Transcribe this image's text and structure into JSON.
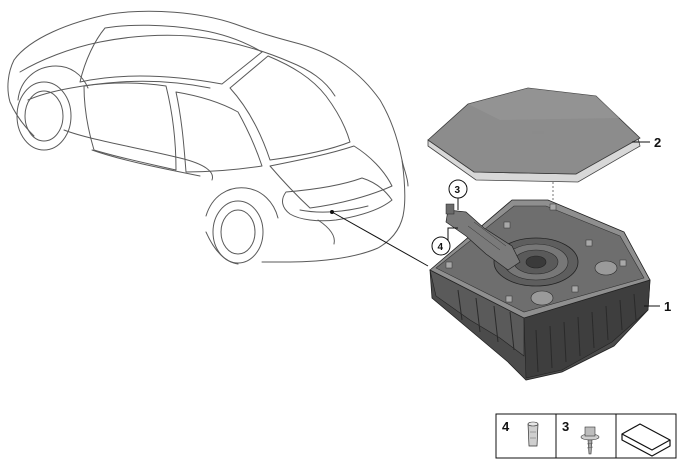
{
  "callouts": {
    "trunk_box": "1",
    "cover": "2",
    "screw": "3",
    "clip_nut": "4"
  },
  "legend": {
    "clip_nut_number": "4",
    "screw_number": "3"
  },
  "cover_marking": "||||||||||||",
  "colors": {
    "line": "#111111",
    "car_outline": "#5a5a5a",
    "box_dark": "#4b4b4b",
    "box_mid": "#6e6e6e",
    "box_light": "#8f8f8f",
    "cover_top": "#8c8c8c",
    "cover_edge": "#d8d8d8"
  }
}
